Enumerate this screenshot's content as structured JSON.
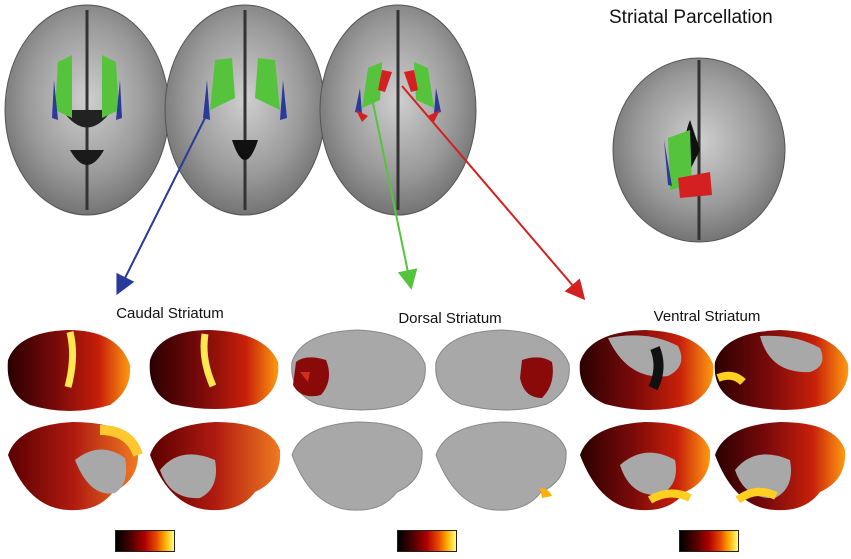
{
  "title": "Striatal Parcellation",
  "colors": {
    "caudal": "#2a3a9a",
    "dorsal": "#55c43c",
    "ventral": "#d42020",
    "brain_gray": "#a8a8a8"
  },
  "panels": [
    {
      "key": "caudal",
      "label": "Caudal Striatum"
    },
    {
      "key": "dorsal",
      "label": "Dorsal Striatum"
    },
    {
      "key": "ventral",
      "label": "Ventral Striatum"
    }
  ]
}
